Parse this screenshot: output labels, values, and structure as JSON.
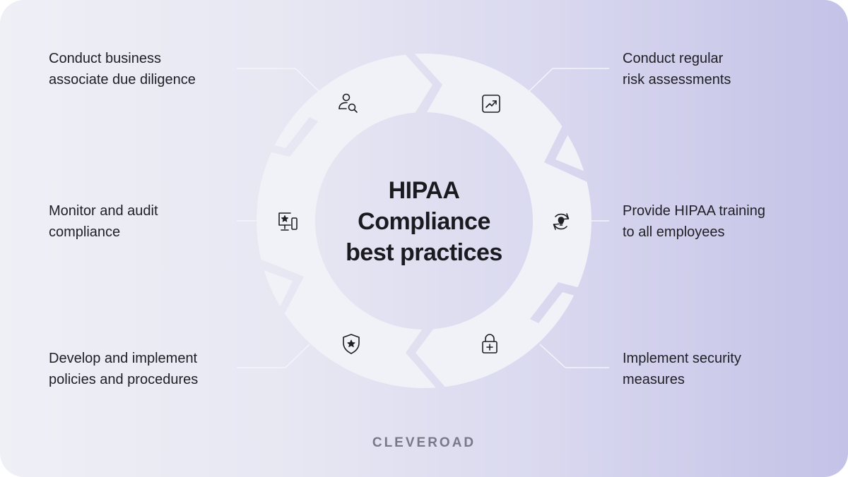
{
  "title": {
    "line1": "HIPAA",
    "line2": "Compliance",
    "line3": "best practices"
  },
  "steps": [
    {
      "icon": "user-search-icon",
      "line1": "Conduct business",
      "line2": "associate due diligence"
    },
    {
      "icon": "trend-chart-icon",
      "line1": "Conduct regular",
      "line2": "risk assessments"
    },
    {
      "icon": "training-refresh-icon",
      "line1": "Provide HIPAA training",
      "line2": "to all employees"
    },
    {
      "icon": "lock-plus-icon",
      "line1": "Implement security",
      "line2": "measures"
    },
    {
      "icon": "shield-star-icon",
      "line1": "Develop and implement",
      "line2": "policies and procedures"
    },
    {
      "icon": "monitor-star-icon",
      "line1": "Monitor and audit",
      "line2": "compliance"
    }
  ],
  "brand": "CLEVEROAD",
  "colors": {
    "background_start": "#efeff6",
    "background_end": "#c4c2e7",
    "ring": "#f1f1f8",
    "text": "#1f1e25",
    "brand": "#7a7888"
  }
}
